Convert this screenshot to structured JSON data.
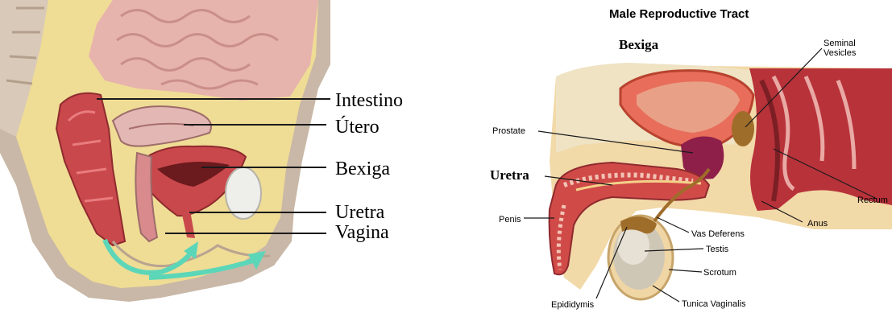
{
  "female": {
    "labels": {
      "intestino": "Intestino",
      "utero": "Útero",
      "bexiga": "Bexiga",
      "uretra": "Uretra",
      "vagina": "Vagina"
    }
  },
  "male": {
    "title": "Male Reproductive Tract",
    "labels": {
      "bexiga": "Bexiga",
      "uretra": "Uretra",
      "seminal_vesicles_line1": "Seminal",
      "seminal_vesicles_line2": "Vesicles",
      "prostate": "Prostate",
      "rectum": "Rectum",
      "anus": "Anus",
      "penis": "Penis",
      "vas_deferens": "Vas Deferens",
      "testis": "Testis",
      "scrotum": "Scrotum",
      "epididymis": "Epididymis",
      "tunica_vaginalis": "Tunica Vaginalis"
    }
  },
  "colors": {
    "skin": "#e9d2b0",
    "fat": "#f2d98c",
    "muscle": "#c9484c",
    "bladder": "#e8a187",
    "arrow": "#5cd6b8"
  }
}
